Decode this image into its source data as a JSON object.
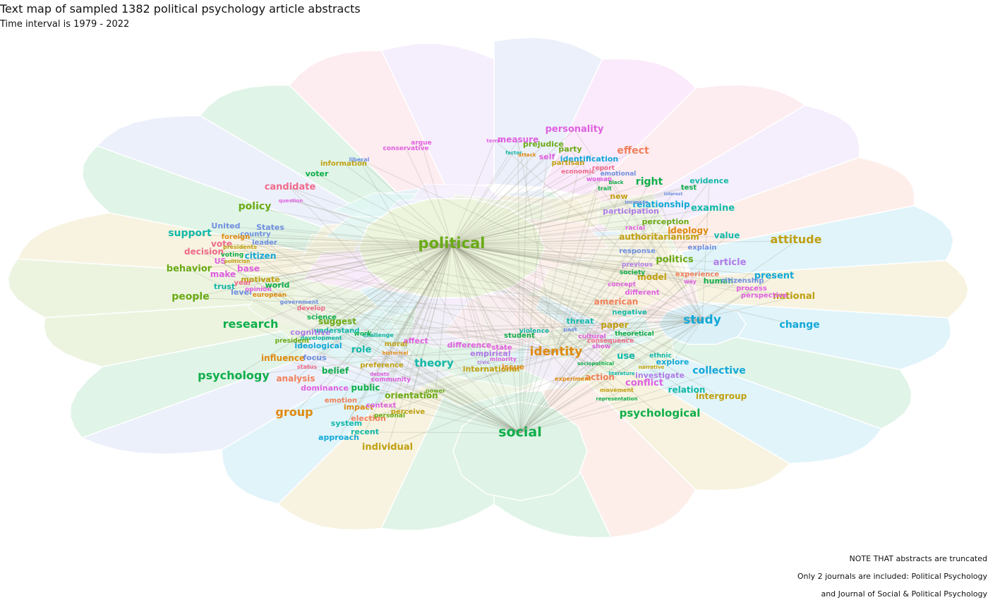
{
  "header": {
    "title": "Text map of sampled 1382 political psychology article abstracts",
    "subtitle": "Time interval is 1979 - 2022"
  },
  "notes": [
    "NOTE THAT abstracts are truncated",
    "Only 2 journals are included: Political Psychology",
    "and Journal of Social & Political Psychology"
  ],
  "palette": {
    "green_olive": "#6aaa14",
    "green": "#0fae4a",
    "teal": "#12b8a8",
    "cyan": "#12a8d8",
    "blue": "#6f8fe0",
    "purple": "#b07ce8",
    "magenta": "#e060e0",
    "pink": "#f06a8a",
    "salmon": "#f0805a",
    "orange": "#e08a10",
    "gold": "#c0a010"
  },
  "words": [
    {
      "text": "political",
      "c": "green_olive"
    },
    {
      "text": "social",
      "c": "green"
    },
    {
      "text": "study",
      "c": "cyan"
    },
    {
      "text": "attitude",
      "c": "gold"
    },
    {
      "text": "identity",
      "c": "orange"
    },
    {
      "text": "psychology",
      "c": "green"
    },
    {
      "text": "research",
      "c": "green"
    },
    {
      "text": "group",
      "c": "orange"
    },
    {
      "text": "psychological",
      "c": "green"
    },
    {
      "text": "theory",
      "c": "teal"
    },
    {
      "text": "individual",
      "c": "gold"
    },
    {
      "text": "change",
      "c": "cyan"
    },
    {
      "text": "collective",
      "c": "cyan"
    },
    {
      "text": "conflict",
      "c": "magenta"
    },
    {
      "text": "national",
      "c": "gold"
    },
    {
      "text": "present",
      "c": "cyan"
    },
    {
      "text": "article",
      "c": "purple"
    },
    {
      "text": "politics",
      "c": "green_olive"
    },
    {
      "text": "examine",
      "c": "teal"
    },
    {
      "text": "effect",
      "c": "salmon"
    },
    {
      "text": "personality",
      "c": "magenta"
    },
    {
      "text": "candidate",
      "c": "pink"
    },
    {
      "text": "policy",
      "c": "green_olive"
    },
    {
      "text": "support",
      "c": "teal"
    },
    {
      "text": "behavior",
      "c": "green_olive"
    },
    {
      "text": "people",
      "c": "green_olive"
    },
    {
      "text": "intergroup",
      "c": "gold"
    },
    {
      "text": "relation",
      "c": "teal"
    },
    {
      "text": "right",
      "c": "green"
    },
    {
      "text": "authoritarianism",
      "c": "gold"
    },
    {
      "text": "american",
      "c": "salmon"
    },
    {
      "text": "role",
      "c": "teal"
    },
    {
      "text": "use",
      "c": "teal"
    },
    {
      "text": "value",
      "c": "teal"
    },
    {
      "text": "ideology",
      "c": "orange"
    },
    {
      "text": "relationship",
      "c": "cyan"
    },
    {
      "text": "paper",
      "c": "gold"
    },
    {
      "text": "threat",
      "c": "teal"
    },
    {
      "text": "model",
      "c": "gold"
    },
    {
      "text": "public",
      "c": "green"
    },
    {
      "text": "orientation",
      "c": "green_olive"
    },
    {
      "text": "belief",
      "c": "green"
    },
    {
      "text": "influence",
      "c": "orange"
    },
    {
      "text": "analysis",
      "c": "salmon"
    },
    {
      "text": "dominance",
      "c": "magenta"
    },
    {
      "text": "citizen",
      "c": "cyan"
    },
    {
      "text": "approach",
      "c": "cyan"
    },
    {
      "text": "system",
      "c": "teal"
    },
    {
      "text": "recent",
      "c": "teal"
    },
    {
      "text": "election",
      "c": "salmon"
    },
    {
      "text": "impact",
      "c": "orange"
    },
    {
      "text": "context",
      "c": "magenta"
    },
    {
      "text": "emotion",
      "c": "salmon"
    },
    {
      "text": "action",
      "c": "salmon"
    },
    {
      "text": "investigate",
      "c": "purple"
    },
    {
      "text": "explore",
      "c": "cyan"
    },
    {
      "text": "international",
      "c": "gold"
    },
    {
      "text": "issue",
      "c": "orange"
    },
    {
      "text": "voter",
      "c": "green"
    },
    {
      "text": "information",
      "c": "gold"
    },
    {
      "text": "liberal",
      "c": "blue"
    },
    {
      "text": "argue",
      "c": "magenta"
    },
    {
      "text": "conservative",
      "c": "magenta"
    },
    {
      "text": "measure",
      "c": "magenta"
    },
    {
      "text": "prejudice",
      "c": "green_olive"
    },
    {
      "text": "party",
      "c": "green_olive"
    },
    {
      "text": "self",
      "c": "magenta"
    },
    {
      "text": "identification",
      "c": "cyan"
    },
    {
      "text": "partisan",
      "c": "gold"
    },
    {
      "text": "economic",
      "c": "pink"
    },
    {
      "text": "report",
      "c": "pink"
    },
    {
      "text": "emotional",
      "c": "blue"
    },
    {
      "text": "woman",
      "c": "magenta"
    },
    {
      "text": "trait",
      "c": "green"
    },
    {
      "text": "black",
      "c": "green"
    },
    {
      "text": "evidence",
      "c": "teal"
    },
    {
      "text": "test",
      "c": "green"
    },
    {
      "text": "interest",
      "c": "blue"
    },
    {
      "text": "new",
      "c": "gold"
    },
    {
      "text": "participation",
      "c": "purple"
    },
    {
      "text": "increase",
      "c": "blue"
    },
    {
      "text": "perception",
      "c": "green_olive"
    },
    {
      "text": "racial",
      "c": "magenta"
    },
    {
      "text": "explain",
      "c": "blue"
    },
    {
      "text": "response",
      "c": "blue"
    },
    {
      "text": "society",
      "c": "green"
    },
    {
      "text": "previous",
      "c": "purple"
    },
    {
      "text": "experience",
      "c": "salmon"
    },
    {
      "text": "concept",
      "c": "magenta"
    },
    {
      "text": "different",
      "c": "magenta"
    },
    {
      "text": "way",
      "c": "magenta"
    },
    {
      "text": "human",
      "c": "green"
    },
    {
      "text": "citizenship",
      "c": "blue"
    },
    {
      "text": "process",
      "c": "magenta"
    },
    {
      "text": "perspective",
      "c": "magenta"
    },
    {
      "text": "negative",
      "c": "teal"
    },
    {
      "text": "theoretical",
      "c": "green"
    },
    {
      "text": "show",
      "c": "magenta"
    },
    {
      "text": "cultural",
      "c": "magenta"
    },
    {
      "text": "consequence",
      "c": "pink"
    },
    {
      "text": "ethnic",
      "c": "teal"
    },
    {
      "text": "narrative",
      "c": "gold"
    },
    {
      "text": "experiment",
      "c": "orange"
    },
    {
      "text": "movement",
      "c": "gold"
    },
    {
      "text": "representation",
      "c": "green"
    },
    {
      "text": "literature",
      "c": "teal"
    },
    {
      "text": "sociopolitical",
      "c": "green"
    },
    {
      "text": "student",
      "c": "green"
    },
    {
      "text": "violence",
      "c": "teal"
    },
    {
      "text": "past",
      "c": "blue"
    },
    {
      "text": "difference",
      "c": "magenta"
    },
    {
      "text": "empirical",
      "c": "purple"
    },
    {
      "text": "state",
      "c": "magenta"
    },
    {
      "text": "minority",
      "c": "magenta"
    },
    {
      "text": "civic",
      "c": "purple"
    },
    {
      "text": "affect",
      "c": "magenta"
    },
    {
      "text": "moral",
      "c": "gold"
    },
    {
      "text": "historical",
      "c": "orange"
    },
    {
      "text": "preference",
      "c": "gold"
    },
    {
      "text": "community",
      "c": "magenta"
    },
    {
      "text": "debate",
      "c": "magenta"
    },
    {
      "text": "perceive",
      "c": "gold"
    },
    {
      "text": "personal",
      "c": "green_olive"
    },
    {
      "text": "power",
      "c": "green_olive"
    },
    {
      "text": "suggest",
      "c": "green_olive"
    },
    {
      "text": "understand",
      "c": "teal"
    },
    {
      "text": "development",
      "c": "teal"
    },
    {
      "text": "cognitive",
      "c": "purple"
    },
    {
      "text": "ideological",
      "c": "cyan"
    },
    {
      "text": "focus",
      "c": "blue"
    },
    {
      "text": "challenge",
      "c": "teal"
    },
    {
      "text": "science",
      "c": "green"
    },
    {
      "text": "work",
      "c": "green"
    },
    {
      "text": "develop",
      "c": "pink"
    },
    {
      "text": "status",
      "c": "pink"
    },
    {
      "text": "president",
      "c": "green_olive"
    },
    {
      "text": "United",
      "c": "blue"
    },
    {
      "text": "States",
      "c": "blue"
    },
    {
      "text": "country",
      "c": "blue"
    },
    {
      "text": "leader",
      "c": "blue"
    },
    {
      "text": "foreign",
      "c": "orange"
    },
    {
      "text": "decision",
      "c": "pink"
    },
    {
      "text": "vote",
      "c": "pink"
    },
    {
      "text": "voting",
      "c": "green"
    },
    {
      "text": "US",
      "c": "magenta"
    },
    {
      "text": "base",
      "c": "magenta"
    },
    {
      "text": "make",
      "c": "magenta"
    },
    {
      "text": "motivate",
      "c": "gold"
    },
    {
      "text": "world",
      "c": "green"
    },
    {
      "text": "trust",
      "c": "teal"
    },
    {
      "text": "level",
      "c": "blue"
    },
    {
      "text": "year",
      "c": "pink"
    },
    {
      "text": "opinion",
      "c": "magenta"
    },
    {
      "text": "european",
      "c": "orange"
    },
    {
      "text": "government",
      "c": "blue"
    },
    {
      "text": "question",
      "c": "magenta"
    },
    {
      "text": "presidents",
      "c": "gold"
    },
    {
      "text": "politician",
      "c": "gold"
    },
    {
      "text": "factor",
      "c": "teal"
    },
    {
      "text": "attack",
      "c": "orange"
    },
    {
      "text": "terror",
      "c": "magenta"
    }
  ]
}
